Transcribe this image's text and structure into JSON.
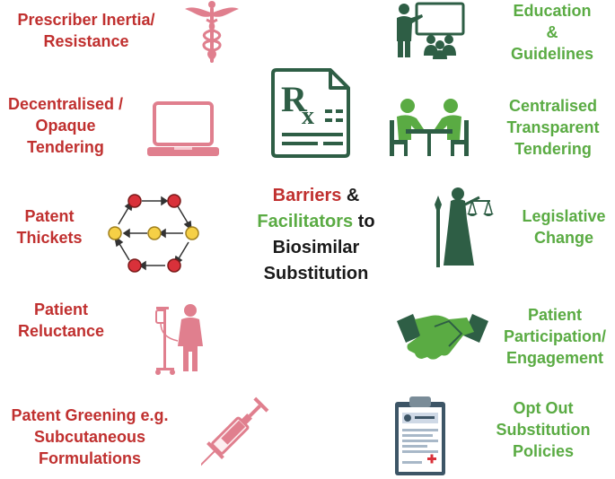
{
  "center_title": {
    "barriers": "Barriers",
    "amp": "&",
    "facilitators": "Facilitators",
    "to": "to",
    "line3": "Biosimilar",
    "line4": "Substitution"
  },
  "barriers": [
    {
      "line1": "Prescriber Inertia/",
      "line2": "Resistance",
      "icon": "caduceus-icon"
    },
    {
      "line1": "Decentralised /",
      "line2": "Opaque",
      "line3": "Tendering",
      "icon": "laptop-icon"
    },
    {
      "line1": "Patent",
      "line2": "Thickets",
      "icon": "patent-network-icon"
    },
    {
      "line1": "Patient",
      "line2": "Reluctance",
      "icon": "patient-iv-icon"
    },
    {
      "line1": "Patent Greening e.g.",
      "line2": "Subcutaneous",
      "line3": "Formulations",
      "icon": "syringe-icon"
    }
  ],
  "facilitators": [
    {
      "line1": "Education",
      "line2": "&",
      "line3": "Guidelines",
      "icon": "teacher-icon"
    },
    {
      "line1": "Centralised",
      "line2": "Transparent",
      "line3": "Tendering",
      "icon": "meeting-icon"
    },
    {
      "line1": "Legislative",
      "line2": "Change",
      "icon": "lady-justice-icon"
    },
    {
      "line1": "Patient",
      "line2": "Participation/",
      "line3": "Engagement",
      "icon": "handshake-icon"
    },
    {
      "line1": "Opt Out",
      "line2": "Substitution",
      "line3": "Policies",
      "icon": "clipboard-icon"
    }
  ],
  "center_icon": {
    "symbol": "R",
    "subscript": "x",
    "icon": "prescription-icon"
  },
  "colors": {
    "barrier": "#c0302f",
    "facilitator": "#5aab43",
    "dark_green": "#2e5e45",
    "pink": "#e07f8e",
    "yellow": "#f6d046"
  }
}
